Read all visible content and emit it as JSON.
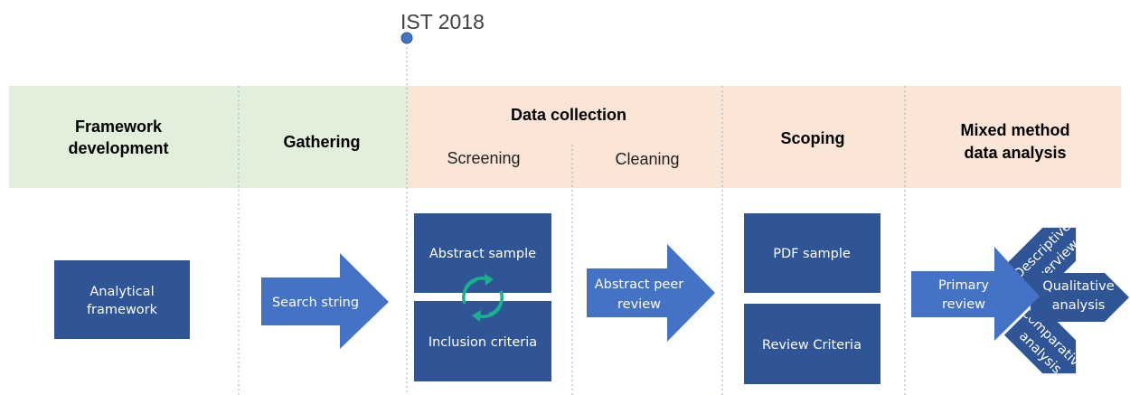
{
  "milestone": {
    "label": "IST 2018"
  },
  "phases": {
    "framework": {
      "line1": "Framework",
      "line2": "development"
    },
    "gathering": {
      "label": "Gathering"
    },
    "data_collection": {
      "label": "Data collection",
      "sub1": "Screening",
      "sub2": "Cleaning"
    },
    "scoping": {
      "label": "Scoping"
    },
    "analysis": {
      "line1": "Mixed method",
      "line2": "data analysis"
    }
  },
  "boxes": {
    "analytical_framework": {
      "line1": "Analytical",
      "line2": "framework"
    },
    "search_string": {
      "label": "Search string"
    },
    "abstract_sample": {
      "label": "Abstract sample"
    },
    "inclusion_criteria": {
      "label": "Inclusion criteria"
    },
    "abstract_peer_review": {
      "line1": "Abstract peer",
      "line2": "review"
    },
    "pdf_sample": {
      "label": "PDF sample"
    },
    "review_criteria": {
      "label": "Review Criteria"
    },
    "primary_review": {
      "line1": "Primary",
      "line2": "review"
    },
    "descriptive_overview": {
      "line1": "Descriptive",
      "line2": "overview"
    },
    "qualitative_analysis": {
      "line1": "Qualitative",
      "line2": "analysis"
    },
    "comparative_analysis": {
      "line1": "Comparative",
      "line2": "analysis"
    }
  },
  "colors": {
    "green_band": "#e2efda",
    "peach_band": "#fbe5d6",
    "dark_blue": "#2f5597",
    "mid_blue": "#4472c4",
    "cycle_green": "#17b38c",
    "divider": "#8fb2d6"
  }
}
